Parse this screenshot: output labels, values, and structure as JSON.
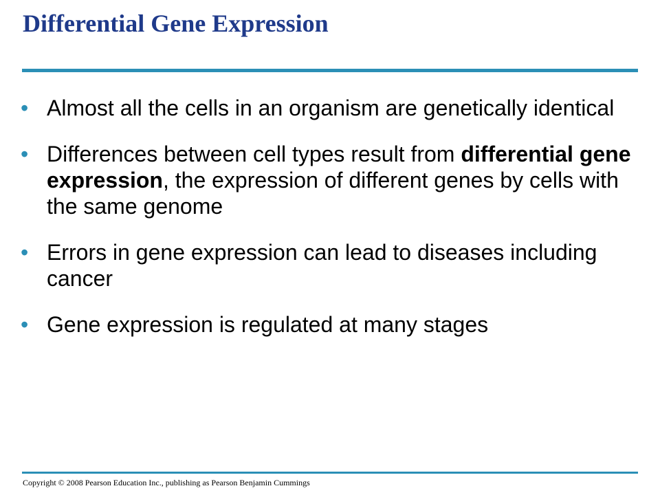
{
  "slide": {
    "title": "Differential Gene Expression",
    "bullet_glyph": "•",
    "bullets": [
      {
        "text": "Almost all the cells in an organism are genetically identical"
      },
      {
        "text_before": "Differences between cell types result from ",
        "bold_term": "differential gene expression",
        "text_after": ", the expression of different genes by cells with the same genome"
      },
      {
        "text": "Errors in gene expression can lead to diseases including cancer"
      },
      {
        "text": "Gene expression is regulated at many stages"
      }
    ],
    "footer": "Copyright © 2008 Pearson Education Inc., publishing as Pearson Benjamin Cummings"
  },
  "colors": {
    "title": "#1f3a8a",
    "accent": "#2b8fb6",
    "text": "#000000",
    "background": "#ffffff"
  }
}
